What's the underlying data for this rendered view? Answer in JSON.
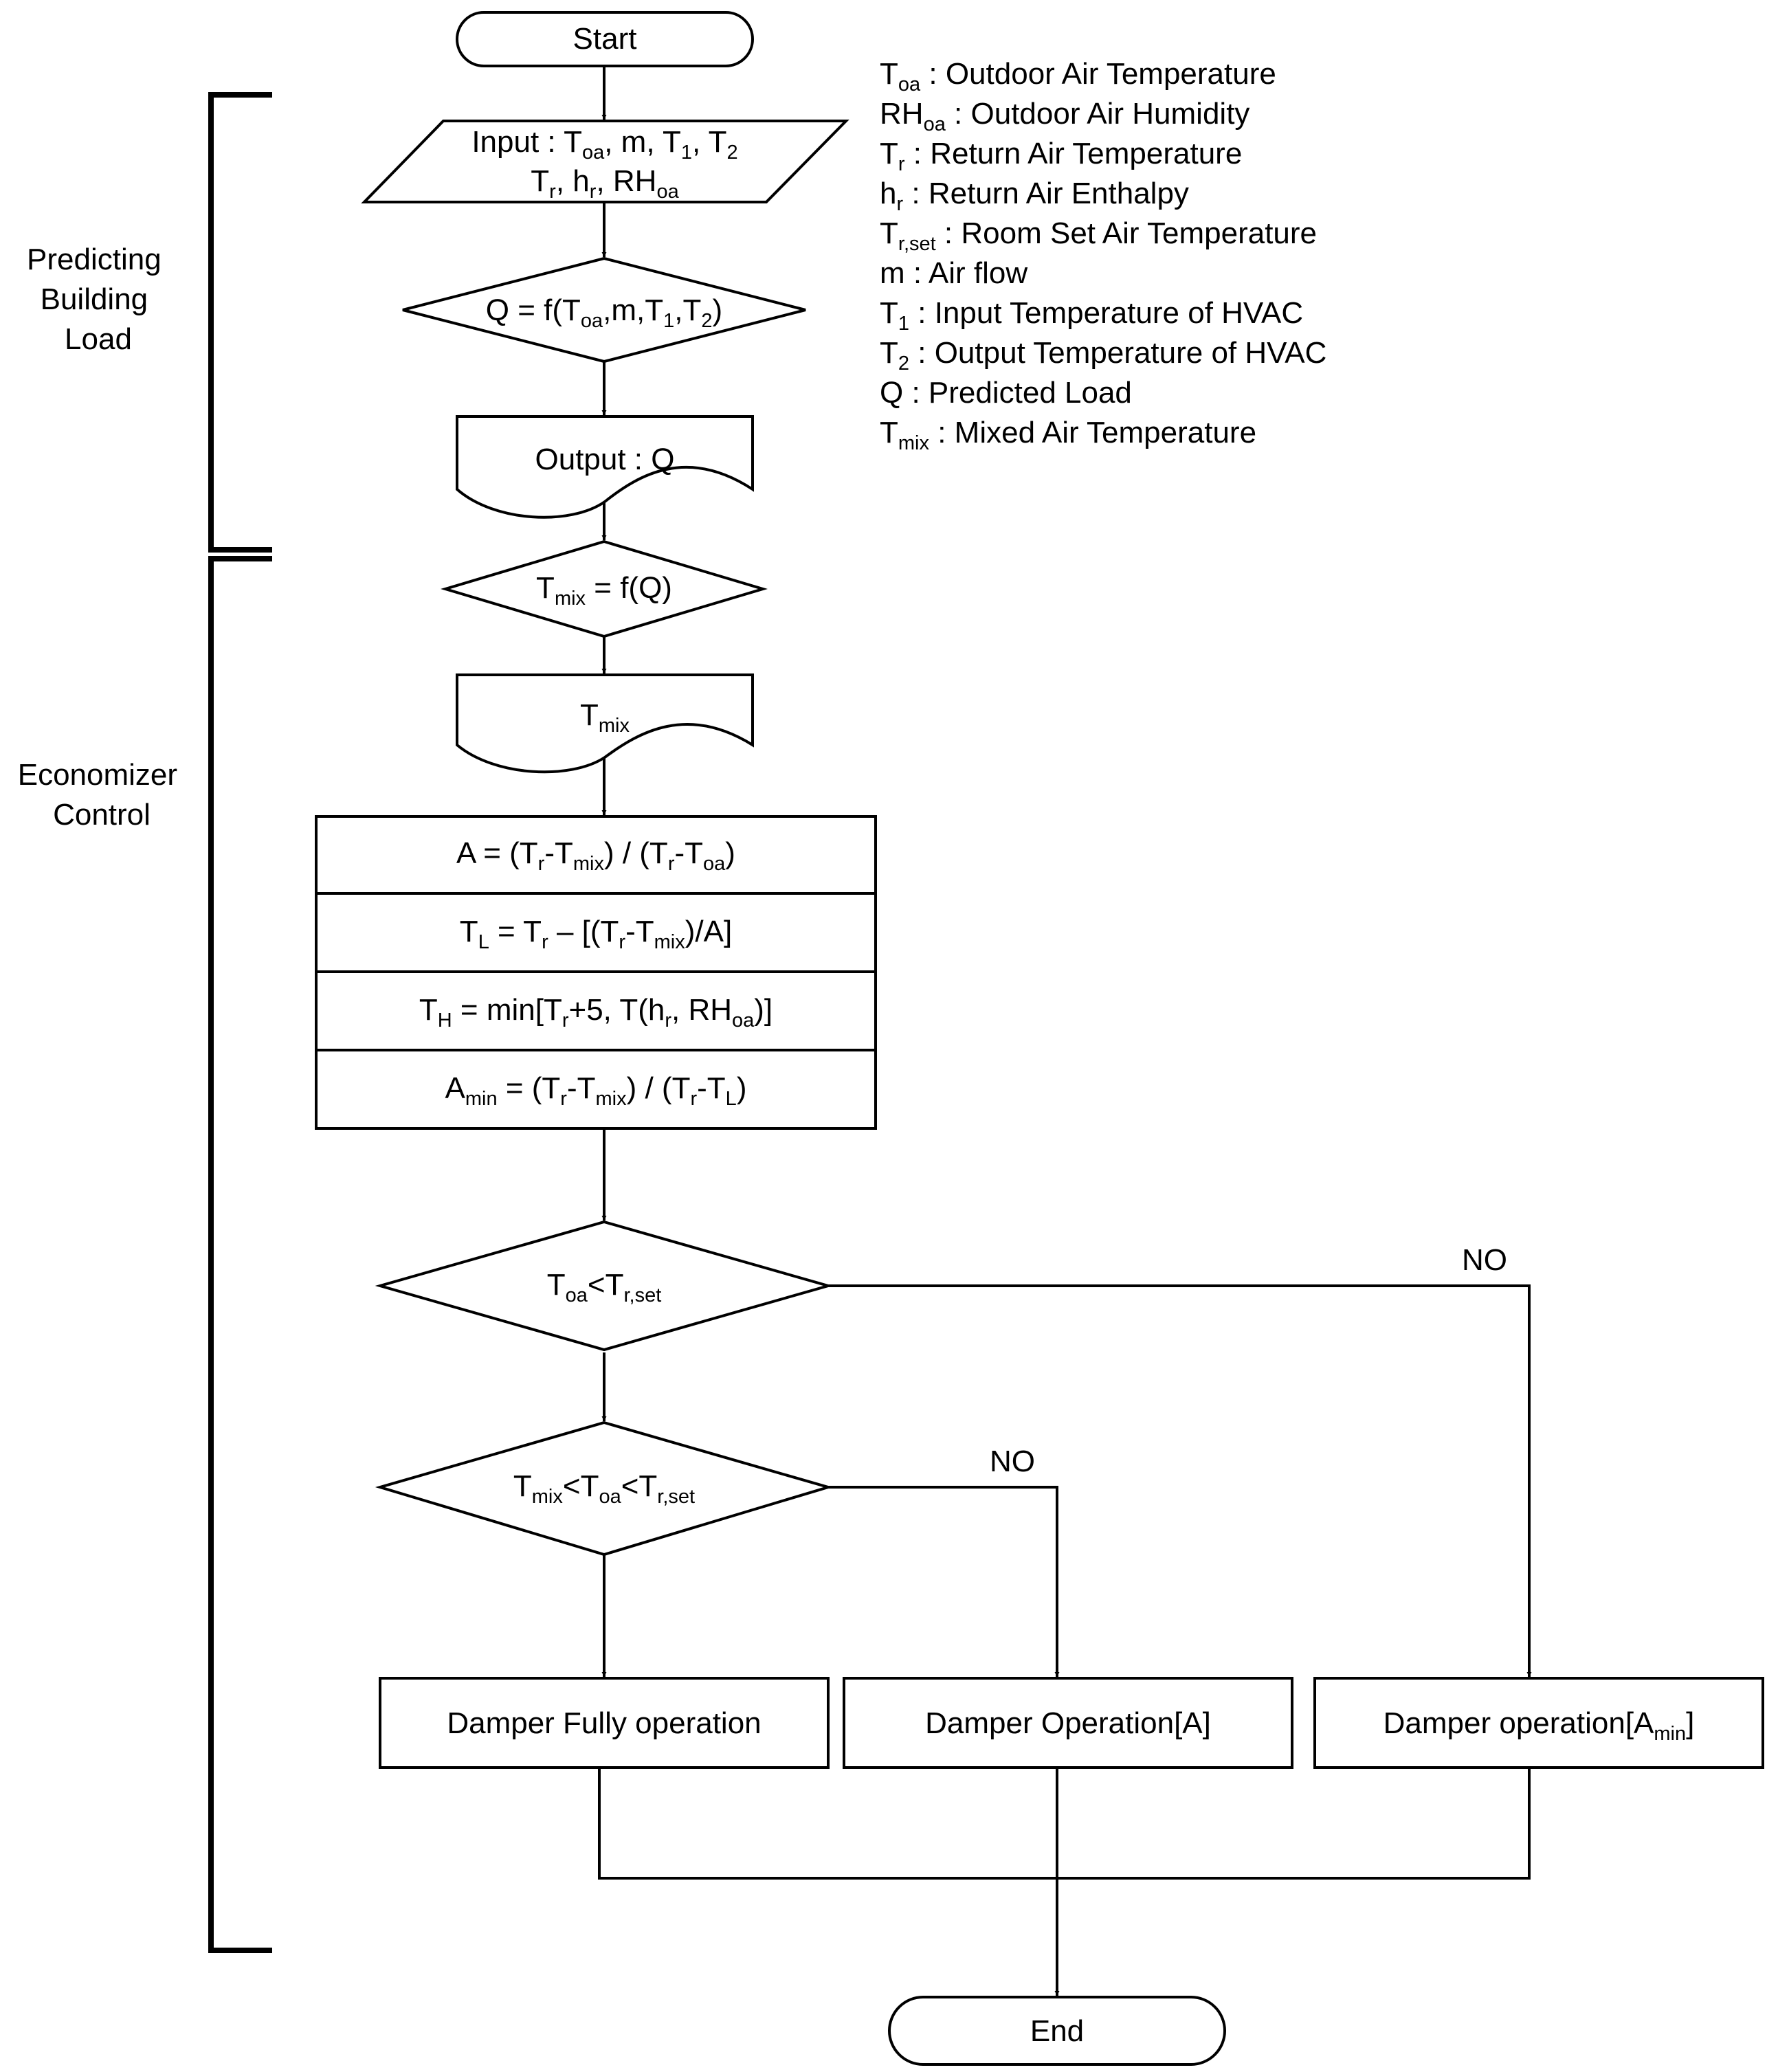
{
  "flowchart": {
    "start_label": "Start",
    "end_label": "End",
    "input": {
      "line1": {
        "pre": "Input : T",
        "s1": "oa",
        "m1": ", m, T",
        "s2": "1",
        "m2": ", T",
        "s3": "2"
      },
      "line2": {
        "pre": "T",
        "s1": "r",
        "m1": ", h",
        "s2": "r",
        "m2": ", RH",
        "s3": "oa"
      }
    },
    "predict_decision": {
      "pre": "Q = f(T",
      "s1": "oa",
      "m1": ",m,T",
      "s2": "1",
      "m2": ",T",
      "s3": "2",
      "post": ")"
    },
    "output_q": "Output : Q",
    "tmix_decision": {
      "pre": "T",
      "s1": "mix",
      "post": " = f(Q)"
    },
    "tmix_doc": {
      "pre": "T",
      "s1": "mix"
    },
    "process_rows": [
      {
        "a": "A = (T",
        "b": "r",
        "c": "-T",
        "d": "mix",
        "e": ") / (T",
        "f": "r",
        "g": "-T",
        "h": "oa",
        "i": ")"
      },
      {
        "a": "T",
        "b": "L",
        "c": " = T",
        "d": "r",
        "e": " – [(T",
        "f": "r",
        "g": "-T",
        "h": "mix",
        "i": ")/A]"
      },
      {
        "a": "T",
        "b": "H",
        "c": " = min[T",
        "d": "r",
        "e": "+5, T(h",
        "f": "r",
        "g": ", RH",
        "h": "oa",
        "i": ")]"
      },
      {
        "a": "A",
        "b": "min",
        "c": " = (T",
        "d": "r",
        "e": "-T",
        "f": "mix",
        "g": ") / (T",
        "h": "r",
        "i": "-T",
        "j": "L",
        "k": ")"
      }
    ],
    "decision1": {
      "a": "T",
      "b": "oa",
      "c": "<T",
      "d": "r,set"
    },
    "decision2": {
      "a": "T",
      "b": "mix",
      "c": "<T",
      "d": "oa",
      "e": "<T",
      "f": "r,set"
    },
    "no_label_1": "NO",
    "no_label_2": "NO",
    "outcome_full": "Damper Fully operation",
    "outcome_a": "Damper Operation[A]",
    "outcome_amin": {
      "a": "Damper operation[A",
      "b": "min",
      "c": "]"
    }
  },
  "phases": {
    "predicting": [
      "Predicting",
      "Building",
      "Load"
    ],
    "economizer": [
      "Economizer",
      "Control"
    ]
  },
  "legend": [
    {
      "sym": "T",
      "sub": "oa",
      "desc": " : Outdoor Air Temperature"
    },
    {
      "sym": "RH",
      "sub": "oa",
      "desc": " : Outdoor Air Humidity"
    },
    {
      "sym": "T",
      "sub": "r",
      "desc": " : Return Air Temperature"
    },
    {
      "sym": "h",
      "sub": "r",
      "desc": " : Return Air Enthalpy"
    },
    {
      "sym": "T",
      "sub": "r,set",
      "desc": " : Room Set Air Temperature"
    },
    {
      "sym": "m",
      "sub": "",
      "desc": " : Air flow"
    },
    {
      "sym": "T",
      "sub": "1",
      "desc": " : Input Temperature of HVAC"
    },
    {
      "sym": "T",
      "sub": "2",
      "desc": " : Output Temperature of HVAC"
    },
    {
      "sym": "Q",
      "sub": "",
      "desc": " : Predicted Load"
    },
    {
      "sym": "T",
      "sub": "mix",
      "desc": " : Mixed Air Temperature"
    }
  ]
}
